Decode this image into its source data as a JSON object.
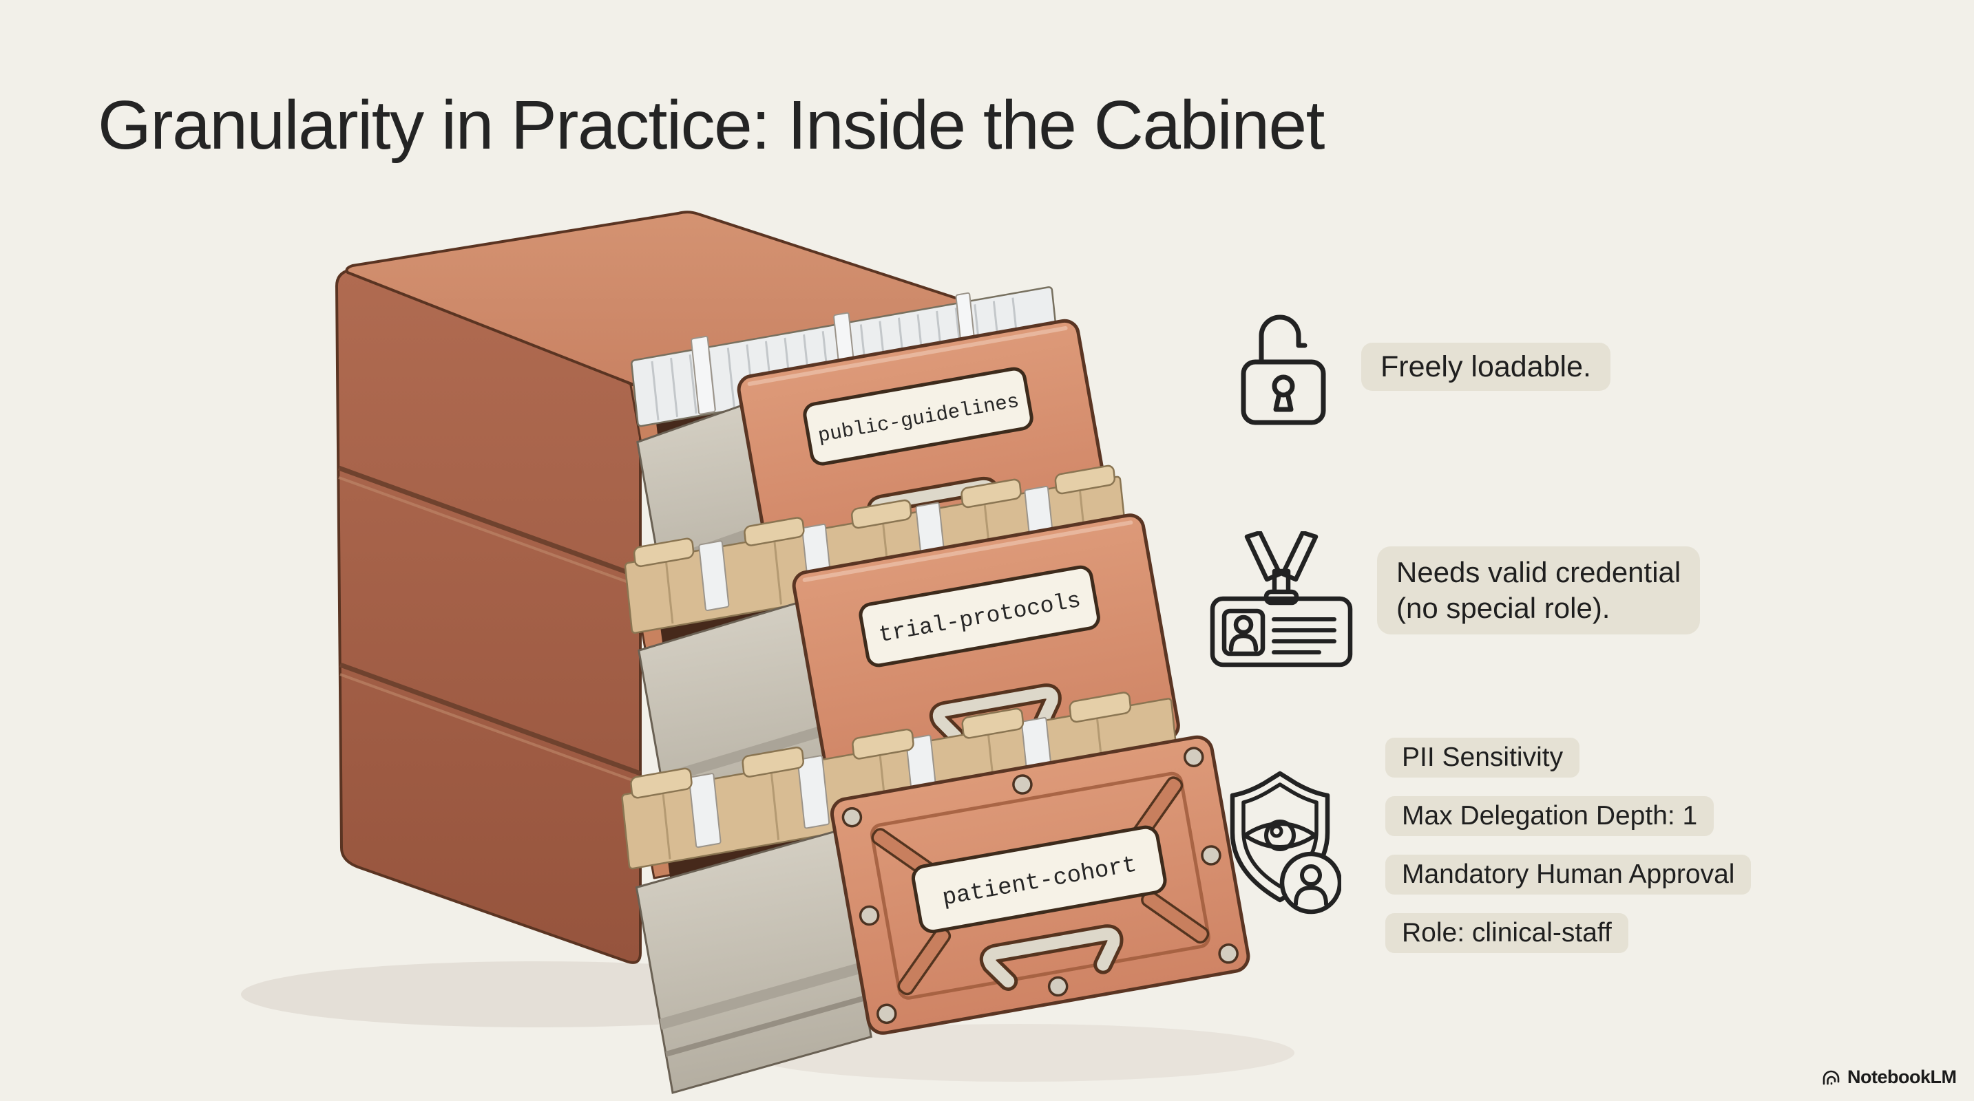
{
  "title": "Granularity in Practice: Inside the Cabinet",
  "cabinet": {
    "description": "terracotta three-drawer filing cabinet, all drawers open",
    "drawers": [
      {
        "label": "public-guidelines",
        "contents": "white papers"
      },
      {
        "label": "trial-protocols",
        "contents": "manila folders and papers"
      },
      {
        "label": "patient-cohort",
        "contents": "manila folders and papers",
        "style": "riveted reinforced front"
      }
    ]
  },
  "annotations": {
    "freely": {
      "icon": "unlock-icon",
      "text": "Freely loadable."
    },
    "credential": {
      "icon": "id-badge-icon",
      "line1": "Needs valid credential",
      "line2": "(no special role)."
    },
    "restricted": {
      "icon": "shield-eye-person-icon",
      "pills": [
        "PII Sensitivity",
        "Max Delegation Depth: 1",
        "Mandatory Human Approval",
        "Role: clinical-staff"
      ]
    }
  },
  "watermark": {
    "text": "NotebookLM"
  },
  "colors": {
    "background": "#f2f0e9",
    "title_ink": "#242424",
    "pill_background": "#e5e1d4",
    "icon_ink": "#222222",
    "cabinet_side": "#a05c44",
    "cabinet_top": "#d08f70",
    "drawer_front": "#d8916e",
    "drawer_opening": "#46291b",
    "metal_drawer": "#cbc6ba",
    "label_plate": "#f6f2e7",
    "folder_manila": "#d8bc93"
  }
}
